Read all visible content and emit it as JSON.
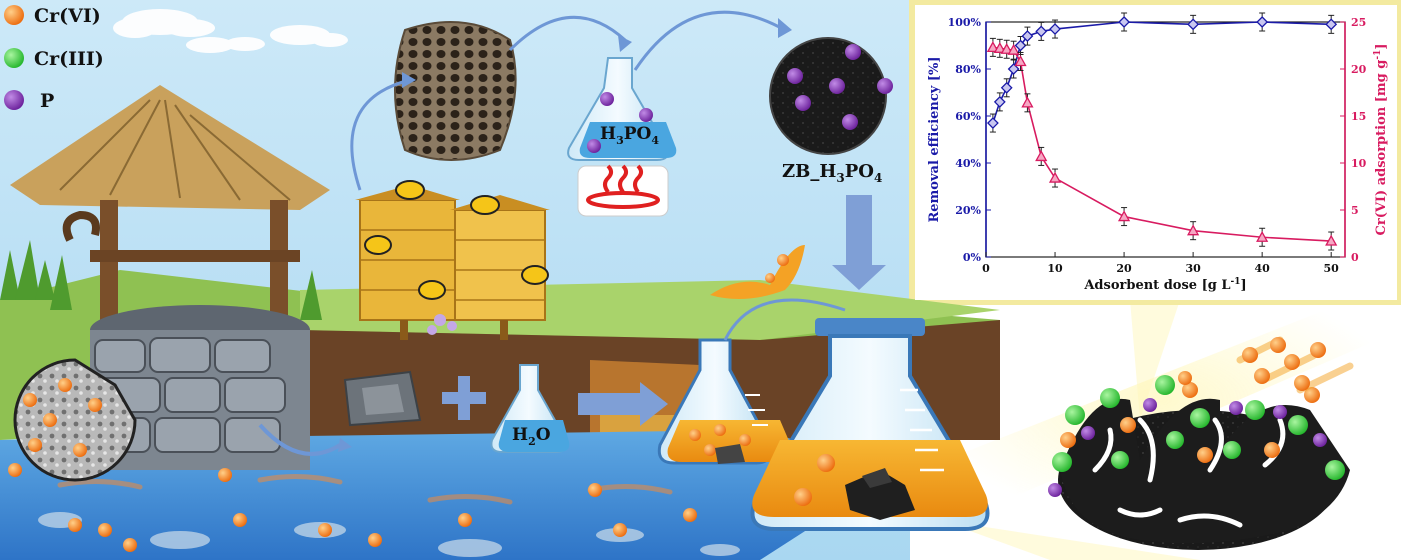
{
  "legend": [
    {
      "label": "Cr(VI)",
      "color": "#f07a1a",
      "icon": "cr6-ion-icon"
    },
    {
      "label": "Cr(III)",
      "color": "#37c93a",
      "icon": "cr3-ion-icon"
    },
    {
      "label": "P",
      "color": "#7a2fa8",
      "icon": "phosphorus-icon"
    }
  ],
  "labels": {
    "acid": {
      "base": "H",
      "s1": "3",
      "mid": "PO",
      "s2": "4"
    },
    "product": {
      "pre": "ZB_H",
      "s1": "3",
      "mid": "PO",
      "s2": "4"
    },
    "water": {
      "base": "H",
      "s1": "2",
      "tail": "O"
    },
    "plus": "+"
  },
  "colors": {
    "sky": "#bfe3f6",
    "acid_solution": "#4aa6e0",
    "cr6_solution": "#f2a21a",
    "arrow": "#7f9fd6",
    "right_axis": "#d81b60",
    "left_axis": "#1a1aa8"
  },
  "chart_data": {
    "type": "line",
    "xlabel": "Adsorbent dose [g L",
    "xlabel_sup": "-1",
    "xlabel_end": "]",
    "xlim": [
      0,
      52
    ],
    "xticks": [
      "0",
      "10",
      "20",
      "30",
      "40",
      "50"
    ],
    "ylabel_left": "Removal efficiency [%]",
    "ylim_left": [
      0,
      100
    ],
    "yticks_left": [
      "0%",
      "20%",
      "40%",
      "60%",
      "80%",
      "100%"
    ],
    "ylabel_right": "Cr(VI) adsorption [mg g",
    "ylabel_right_sup": "-1",
    "ylabel_right_end": "]",
    "ylim_right": [
      0,
      25
    ],
    "yticks_right": [
      "0",
      "5",
      "10",
      "15",
      "20",
      "25"
    ],
    "series": [
      {
        "axis": "left",
        "color": "#1a1aa8",
        "marker": "diamond",
        "x": [
          1,
          2,
          3,
          4,
          5,
          6,
          8,
          10,
          20,
          30,
          40,
          50
        ],
        "y": [
          57,
          66,
          72,
          80,
          90,
          94,
          96,
          97,
          100,
          99,
          100,
          99
        ]
      },
      {
        "axis": "right",
        "color": "#d81b60",
        "marker": "triangle",
        "x": [
          1,
          2,
          3,
          4,
          5,
          6,
          8,
          10,
          20,
          30,
          40,
          50
        ],
        "y": [
          22.3,
          22.2,
          22.1,
          22.0,
          20.8,
          16.4,
          10.7,
          8.4,
          4.3,
          2.8,
          2.1,
          1.7
        ]
      }
    ]
  }
}
